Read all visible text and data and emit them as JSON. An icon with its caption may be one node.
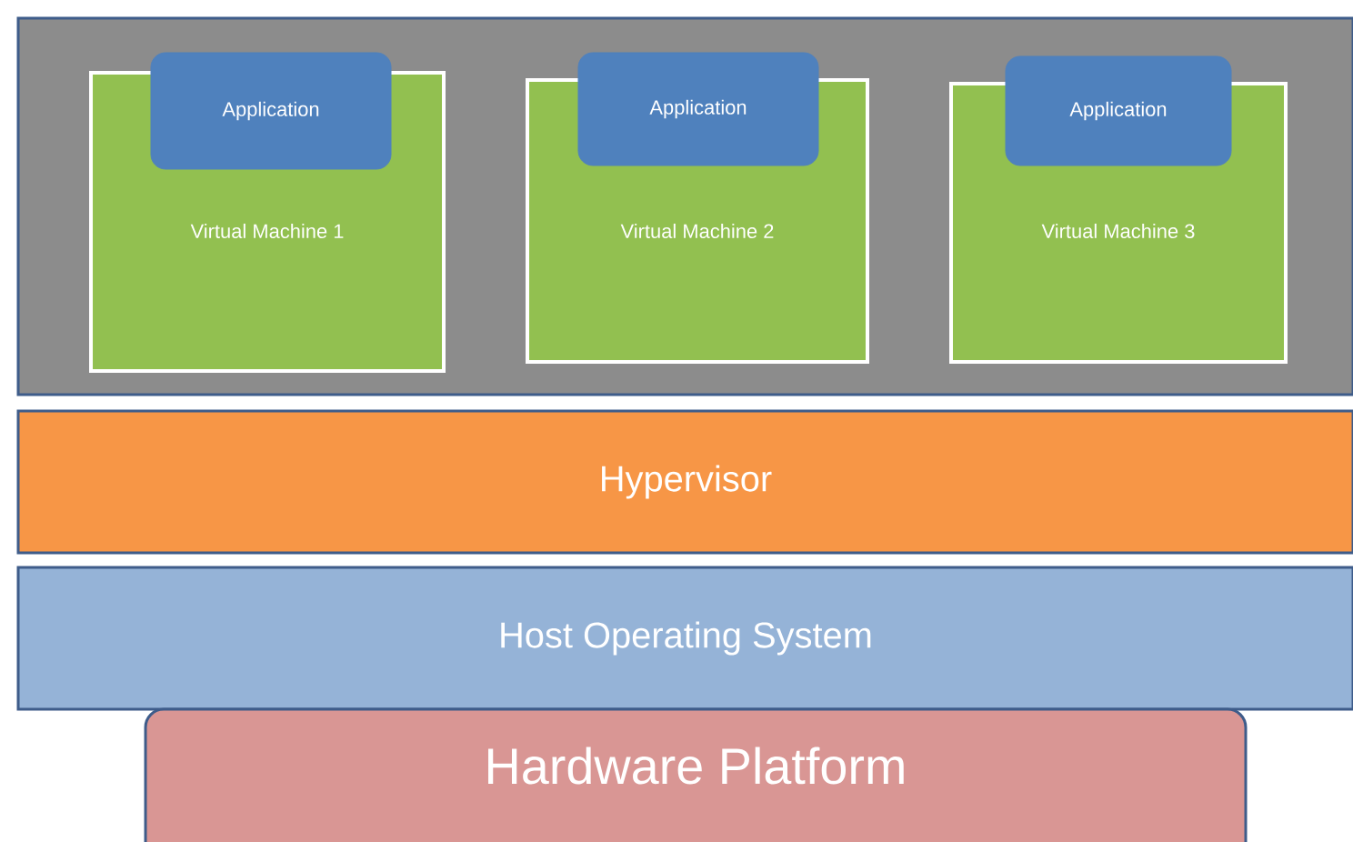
{
  "diagram": {
    "nodes": [
      {
        "text": [],
        "shape": "box"
      },
      {
        "text": [
          "Virtual Machine 1"
        ],
        "in": 0
      },
      {
        "text": [
          "Application"
        ],
        "in": 0
      },
      {
        "text": [
          "Virtual Machine 2"
        ],
        "in": 0
      },
      {
        "text": [
          "Application"
        ],
        "in": 0
      },
      {
        "text": [
          "Virtual Machine 3"
        ],
        "in": 0
      },
      {
        "text": [
          "Application"
        ],
        "in": 0
      },
      {
        "text": [
          "Hypervisor"
        ]
      },
      {
        "text": [
          "Host Operating System"
        ]
      },
      {
        "text": [
          "Hardware Platform"
        ]
      }
    ],
    "edges": []
  }
}
